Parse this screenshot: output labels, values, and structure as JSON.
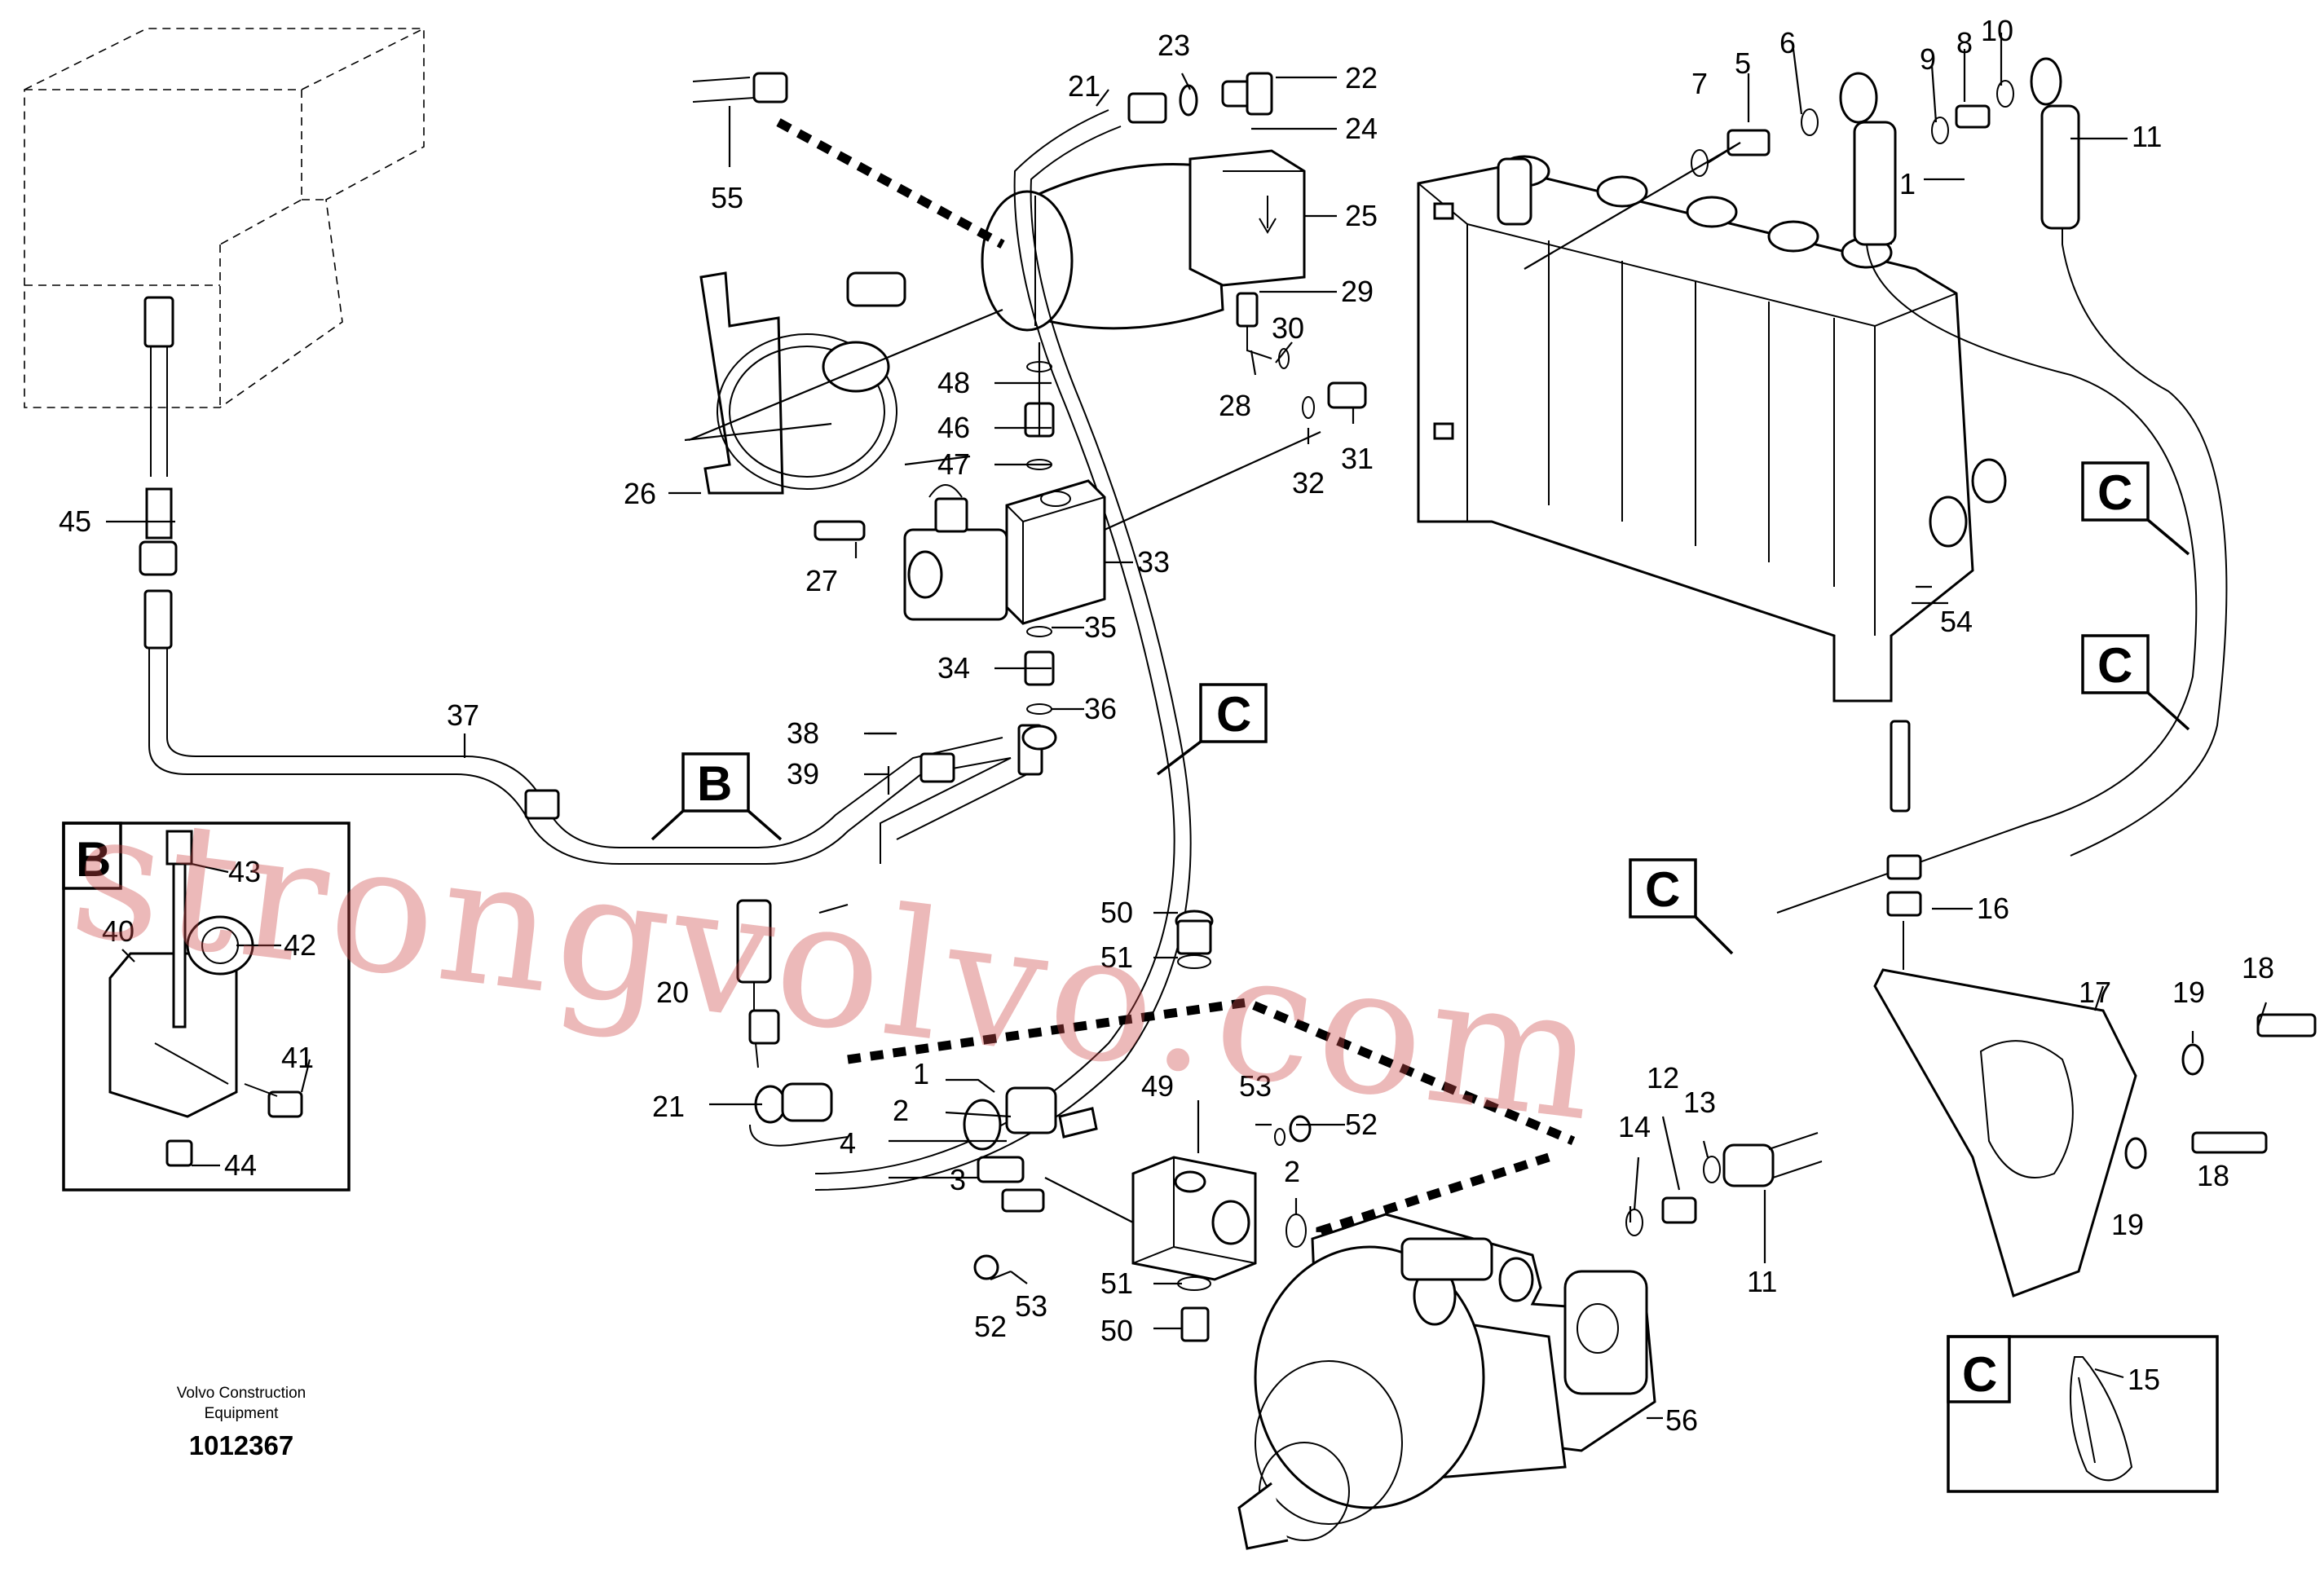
{
  "callouts": [
    "1",
    "2",
    "3",
    "4",
    "5",
    "6",
    "7",
    "8",
    "9",
    "10",
    "11",
    "12",
    "13",
    "14",
    "15",
    "16",
    "17",
    "18",
    "19",
    "20",
    "21",
    "22",
    "23",
    "24",
    "25",
    "26",
    "27",
    "28",
    "29",
    "30",
    "31",
    "32",
    "33",
    "34",
    "35",
    "36",
    "37",
    "38",
    "39",
    "40",
    "41",
    "42",
    "43",
    "44",
    "45",
    "46",
    "47",
    "48",
    "49",
    "50",
    "51",
    "52",
    "53",
    "54",
    "55",
    "56"
  ],
  "section_markers": [
    "B",
    "C"
  ],
  "detail_views": {
    "B": "B",
    "C": "C"
  },
  "caption": {
    "line1": "Volvo Construction",
    "line2": "Equipment",
    "part_number": "1012367"
  },
  "watermark": "strongvolvo.com"
}
